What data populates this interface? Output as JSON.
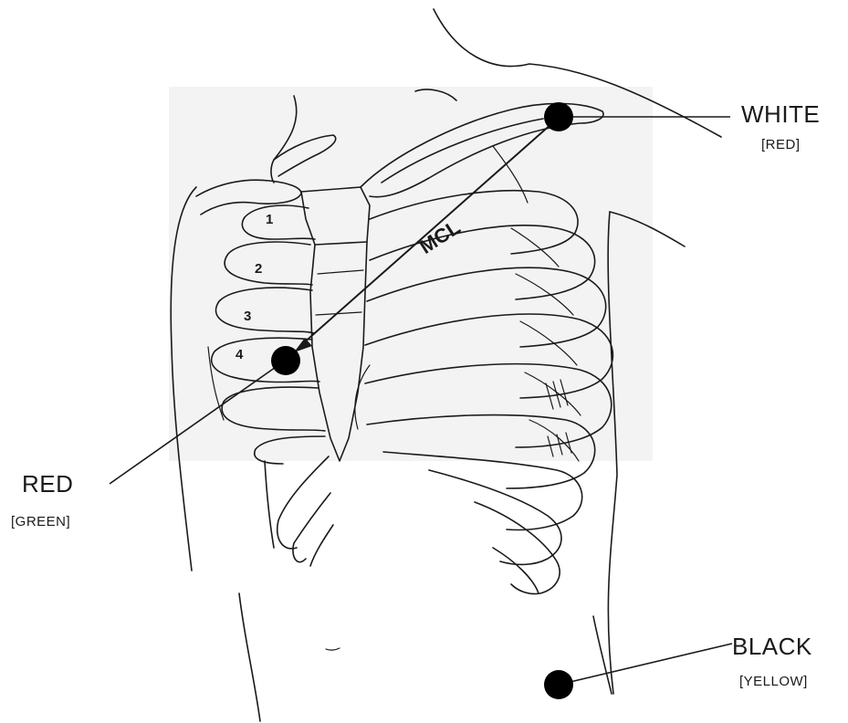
{
  "mcl_label": "MCL",
  "rib_numbers": [
    "1",
    "2",
    "3",
    "4"
  ],
  "leads": {
    "white": {
      "name": "WHITE",
      "alt": "[RED]"
    },
    "red": {
      "name": "RED",
      "alt": "[GREEN]"
    },
    "black": {
      "name": "BLACK",
      "alt": "[YELLOW]"
    }
  },
  "colors": {
    "ink": "#1a1a1a",
    "background": "#ffffff",
    "electrode": "#000000"
  }
}
